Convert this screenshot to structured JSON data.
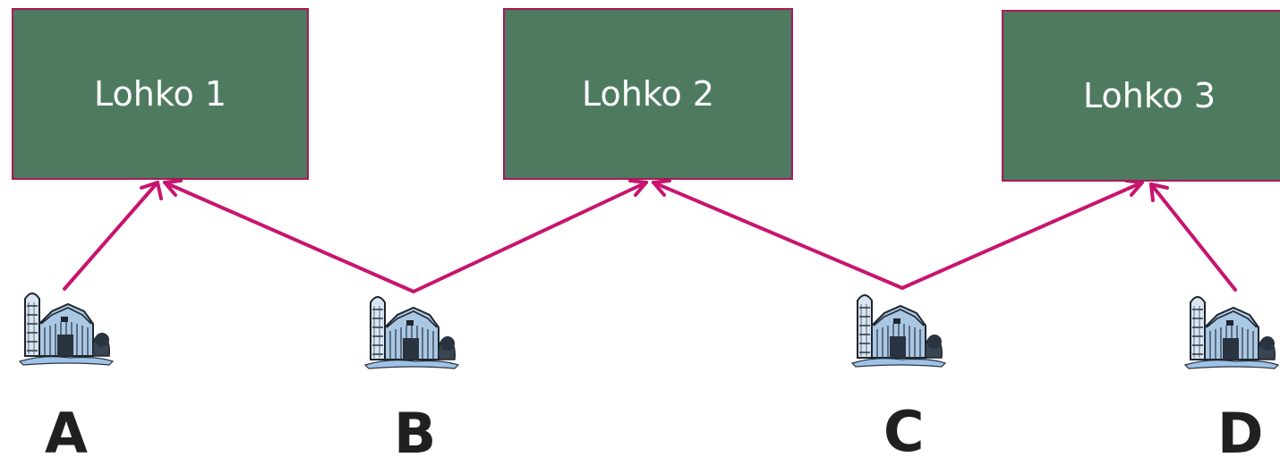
{
  "blocks": [
    {
      "label": "Lohko 1"
    },
    {
      "label": "Lohko 2"
    },
    {
      "label": "Lohko 3"
    }
  ],
  "farms": [
    {
      "label": "A"
    },
    {
      "label": "B"
    },
    {
      "label": "C"
    },
    {
      "label": "D"
    }
  ],
  "colors": {
    "block_fill": "#4e7b5f",
    "border_and_arrows": "#c8146e"
  },
  "icons": [
    "farm-barn-silo-icon"
  ]
}
